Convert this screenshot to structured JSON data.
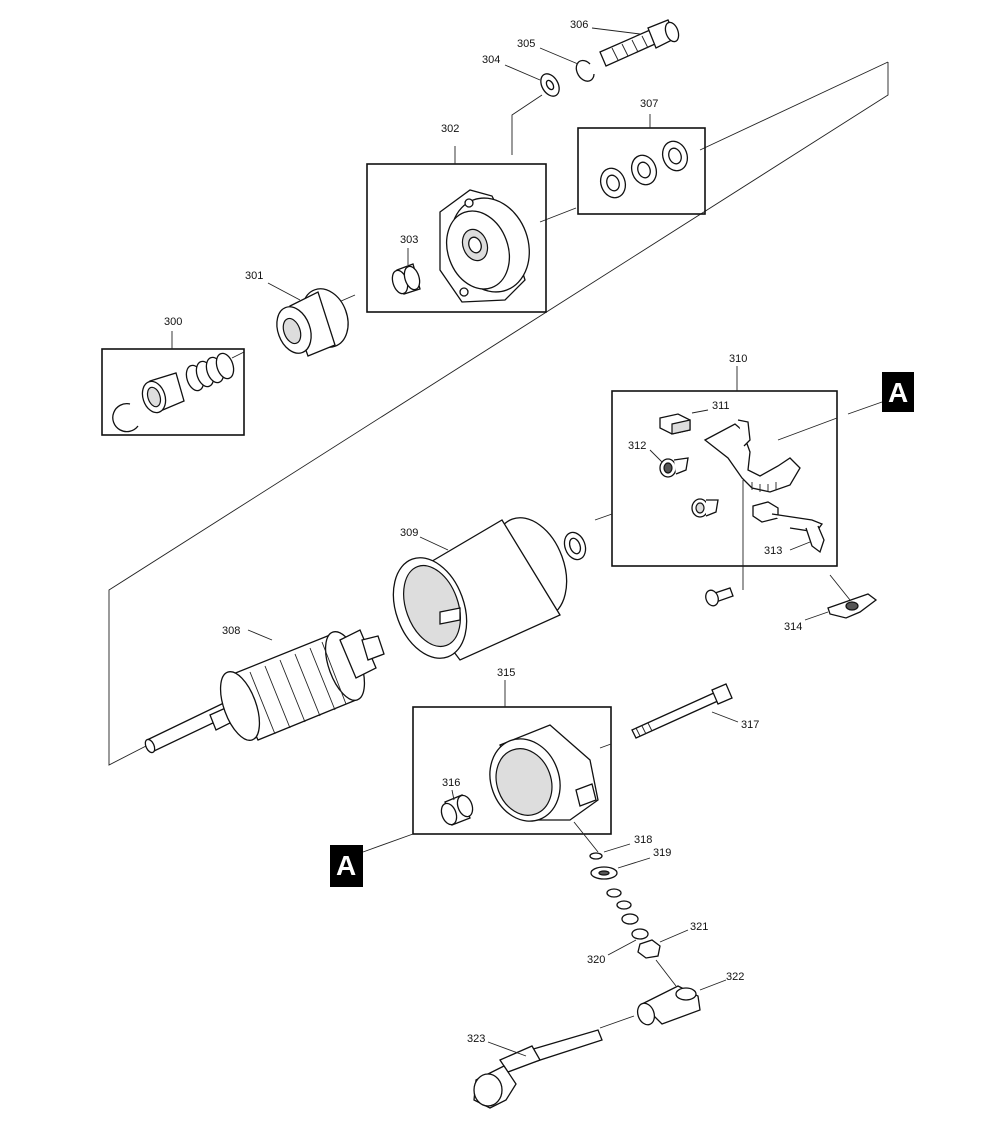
{
  "diagram": {
    "callouts": [
      {
        "id": "300",
        "label": "300"
      },
      {
        "id": "301",
        "label": "301"
      },
      {
        "id": "302",
        "label": "302"
      },
      {
        "id": "303",
        "label": "303"
      },
      {
        "id": "304",
        "label": "304"
      },
      {
        "id": "305",
        "label": "305"
      },
      {
        "id": "306",
        "label": "306"
      },
      {
        "id": "307",
        "label": "307"
      },
      {
        "id": "308",
        "label": "308"
      },
      {
        "id": "309",
        "label": "309"
      },
      {
        "id": "310",
        "label": "310"
      },
      {
        "id": "311",
        "label": "311"
      },
      {
        "id": "312",
        "label": "312"
      },
      {
        "id": "313",
        "label": "313"
      },
      {
        "id": "314",
        "label": "314"
      },
      {
        "id": "315",
        "label": "315"
      },
      {
        "id": "316",
        "label": "316"
      },
      {
        "id": "317",
        "label": "317"
      },
      {
        "id": "318",
        "label": "318"
      },
      {
        "id": "319",
        "label": "319"
      },
      {
        "id": "320",
        "label": "320"
      },
      {
        "id": "321",
        "label": "321"
      },
      {
        "id": "322",
        "label": "322"
      },
      {
        "id": "323",
        "label": "323"
      }
    ],
    "reference_markers": [
      {
        "id": "marker-a-top",
        "letter": "A"
      },
      {
        "id": "marker-a-bottom",
        "letter": "A"
      }
    ]
  }
}
